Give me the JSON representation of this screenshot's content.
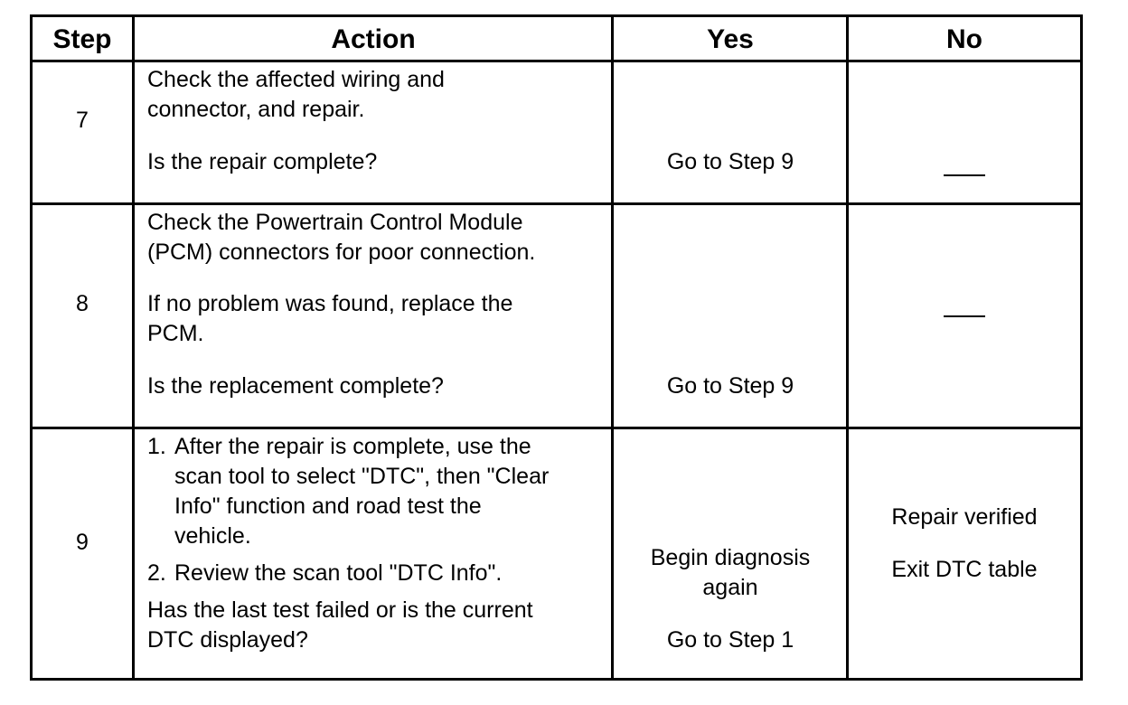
{
  "header": {
    "step": "Step",
    "action": "Action",
    "yes": "Yes",
    "no": "No"
  },
  "rows": [
    {
      "step": "7",
      "action_lines": [
        "Check the affected wiring and",
        "connector, and repair."
      ],
      "question": "Is the repair complete?",
      "yes": "Go to Step 9",
      "no": "___"
    },
    {
      "step": "8",
      "action_lines": [
        "Check the Powertrain Control Module",
        "(PCM) connectors for poor connection."
      ],
      "action_lines_2": [
        "If no problem was found, replace the",
        "PCM."
      ],
      "question": "Is the replacement complete?",
      "yes": "Go to Step 9",
      "no": "___"
    },
    {
      "step": "9",
      "items": [
        {
          "num": "1.",
          "lines": [
            "After the repair is complete, use the",
            "scan tool to select \"DTC\", then \"Clear",
            "Info\" function and road test the",
            "vehicle."
          ]
        },
        {
          "num": "2.",
          "lines": [
            "Review the scan tool \"DTC Info\"."
          ]
        }
      ],
      "question_lines": [
        "Has the last test failed or is the current",
        "DTC displayed?"
      ],
      "yes_lines": [
        "Begin diagnosis",
        "again"
      ],
      "yes_goto": "Go to Step 1",
      "no_lines": [
        "Repair verified",
        "Exit DTC table"
      ]
    }
  ]
}
